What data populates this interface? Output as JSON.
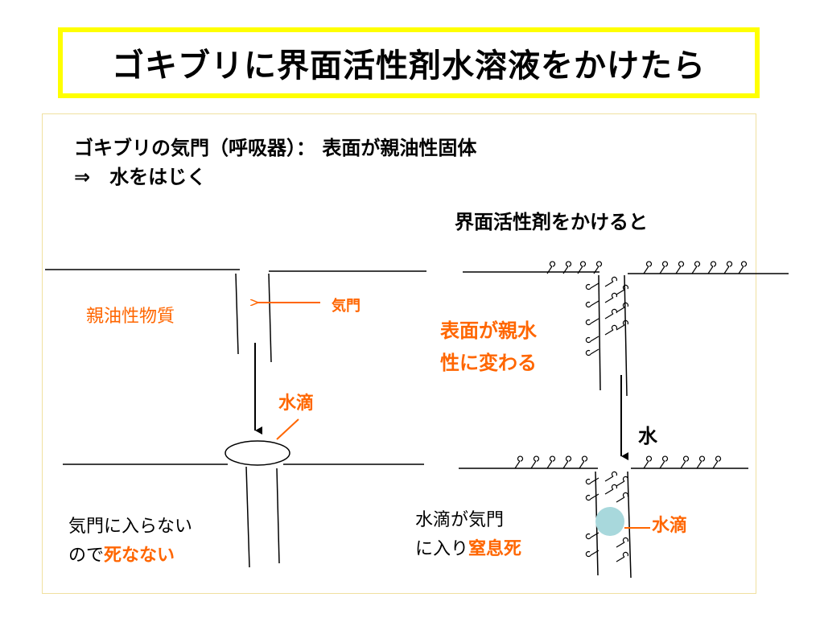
{
  "title": "ゴキブリに界面活性剤水溶液をかけたら",
  "intro": {
    "line1": "ゴキブリの気門（呼吸器）：  表面が親油性固体",
    "line2": "⇒　水をはじく"
  },
  "left_panel": {
    "substance_label": "親油性物質",
    "spiracle_label": "気門",
    "droplet_label": "水滴",
    "result_line1": "気門に入らない",
    "result_line2_prefix": "ので",
    "result_line2_emphasis": "死なない"
  },
  "right_panel": {
    "heading": "界面活性剤をかけると",
    "surface_change_line1": "表面が親水",
    "surface_change_line2": "性に変わる",
    "water_label": "水",
    "result_line1": "水滴が気門",
    "result_line2_prefix": "に入り",
    "result_line2_emphasis": "窒息死",
    "droplet_label": "水滴"
  },
  "colors": {
    "title_border": "#ffff00",
    "accent": "#ff6600",
    "droplet_fill": "#a8d8dc"
  }
}
